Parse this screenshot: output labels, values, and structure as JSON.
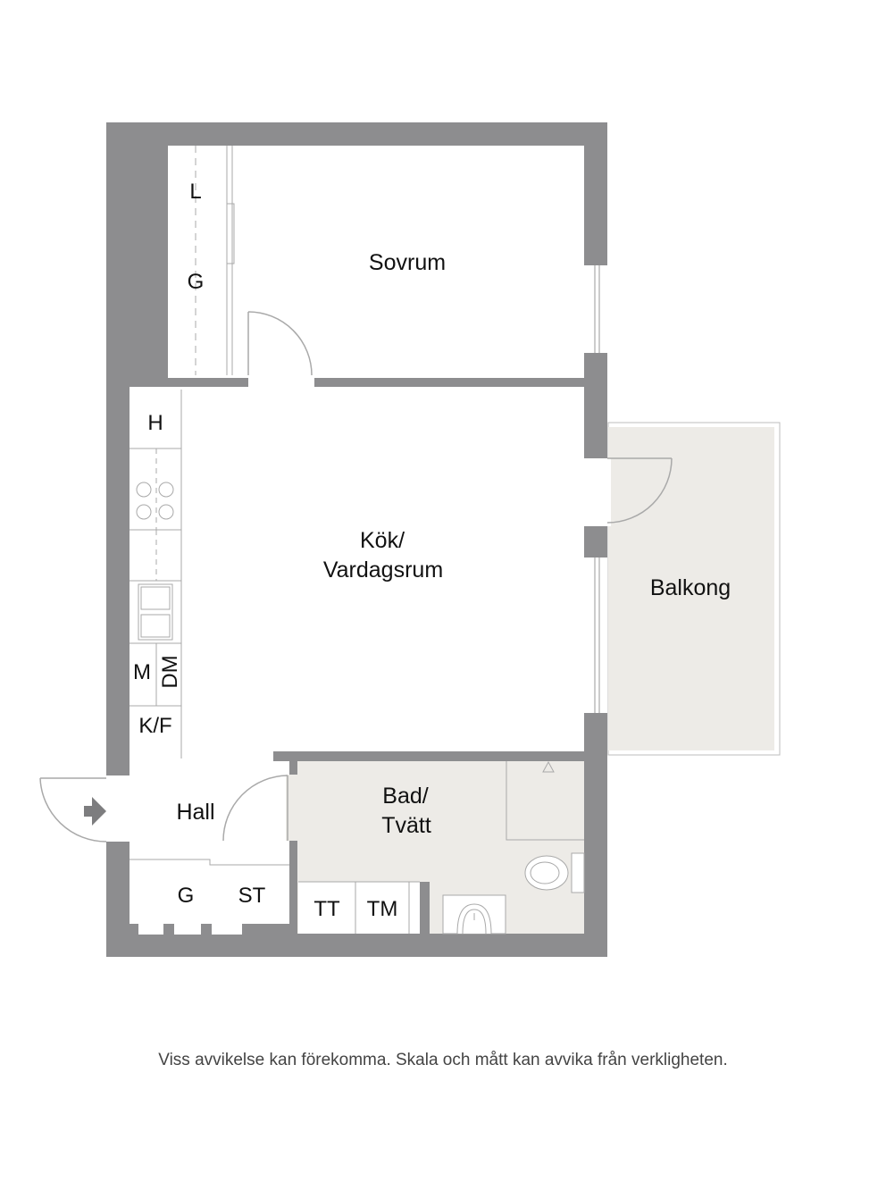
{
  "rooms": {
    "sovrum": "Sovrum",
    "kok_line1": "Kök/",
    "kok_line2": "Vardagsrum",
    "balkong": "Balkong",
    "bad_line1": "Bad/",
    "bad_line2": "Tvätt",
    "hall": "Hall"
  },
  "fixtures": {
    "wardrobe_l": "L",
    "wardrobe_g": "G",
    "hood": "H",
    "microwave": "M",
    "dishwasher": "DM",
    "fridge_freezer": "K/F",
    "hall_g": "G",
    "hall_st": "ST",
    "dryer": "TT",
    "washer": "TM"
  },
  "colors": {
    "wall": "#8d8d8f",
    "wet_floor": "#edebe7",
    "balcony": "#edebe7",
    "line": "#a9a9a9"
  },
  "disclaimer": "Viss avvikelse kan förekomma. Skala och mått kan avvika från verkligheten."
}
